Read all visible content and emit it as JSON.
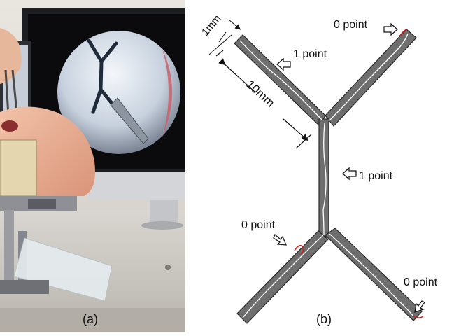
{
  "panels": [
    {
      "label": "(a)"
    },
    {
      "label": "(b)"
    }
  ],
  "annotations": {
    "width_dimension": "1mm",
    "length_dimension": "10mm",
    "score_top_right": "0 point",
    "score_upper_left_arm": "1 point",
    "score_stem": "1 point",
    "score_lower_left": "0 point",
    "score_lower_right": "0 point"
  },
  "colors": {
    "track_fill": "#6e6e6e",
    "track_outline": "#2a2a2a",
    "trace_line": "#ffffff",
    "error_mark": "#d81e1e"
  }
}
